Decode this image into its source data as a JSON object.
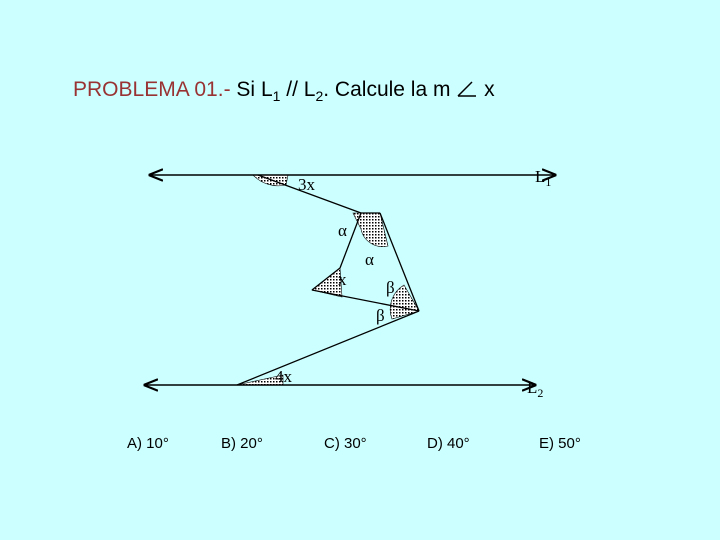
{
  "title": {
    "lead": "PROBLEMA 01.-",
    "si": "Si",
    "l": "L",
    "sub1": "1",
    "parallel": "//",
    "sub2": "2",
    "calc": ". Calcule la m",
    "var": "x"
  },
  "figure": {
    "line1_label": "L",
    "line1_sub": "1",
    "line2_label": "L",
    "line2_sub": "2",
    "angle_3x": "3x",
    "angle_alpha_1": "α",
    "angle_alpha_2": "α",
    "angle_x": "x",
    "angle_beta_1": "β",
    "angle_beta_2": "β",
    "angle_4x": "4x"
  },
  "options": [
    "A) 10°",
    "B) 20°",
    "C) 30°",
    "D) 40°",
    "E) 50°"
  ]
}
